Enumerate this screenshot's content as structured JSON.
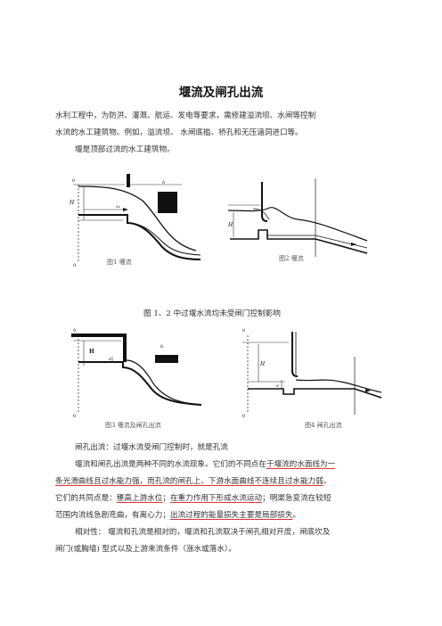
{
  "title": "堰流及闸孔出流",
  "intro": {
    "line1": "水利工程中，为防洪、灌溉、航运、发电等要求，需修建溢流坝、水闸等控制",
    "line2": "水流的水工建筑物。例如，溢流坝、 水闸底槛、桥孔和无压涵洞进口等。",
    "line3": "堰是顶部过流的水工建筑物。"
  },
  "figures": {
    "fig1": {
      "caption": "图1    堰流",
      "labels": {
        "o_top": "0",
        "h": "h",
        "H": "H",
        "v0": "v₀",
        "o_bottom": "0"
      }
    },
    "fig2": {
      "caption": "图2    堰流",
      "labels": {
        "H": "H"
      }
    },
    "fig3": {
      "caption": "图3  堰流及闸孔出流",
      "labels": {
        "o_top": "0",
        "b": "b",
        "H": "H",
        "e": "e",
        "o_bottom": "0"
      }
    },
    "fig4": {
      "caption": "图4     闸孔出流",
      "labels": {
        "o_top": "0",
        "H": "H",
        "e": "e",
        "o_bottom": "0"
      }
    }
  },
  "mid_caption": "图 1、2 中过堰水流均未受闸门控制影响",
  "body": {
    "line1": "闸孔出流：过堰水流受闸门控制时，就是孔流",
    "line2a": "堰流和闸孔出流是两种不同的水流现象。它们的不同点在",
    "line2b": "于堰流的水面线为一",
    "line3a": "条光滑曲线且过水能力强，",
    "line3b": "而孔流的闸孔上、下游水面曲线不连续且过水能力弱",
    "line3c": "。",
    "line4a": "它们的共同点是：",
    "line4b": "壅高上游水位",
    "line4c": "；",
    "line4d": "在重力作用下形成水流运动",
    "line4e": "；明渠急变流在较短",
    "line5a": "范围内流线急剧弯曲，有离心力；",
    "line5b": "出流过程的能量损失主要是局部损失",
    "line5c": "。",
    "line6": "相对性：  堰流和孔流是相对的，堰流和孔流取决于闸孔相对开度，闸底坎及",
    "line7": "闸门(或胸墙)  型式以及上游来流条件（涨水或落水）。"
  }
}
